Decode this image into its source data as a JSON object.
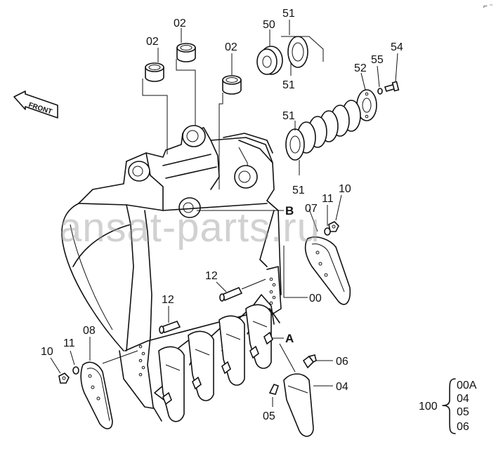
{
  "watermark": "ansat-parts.ru",
  "front_label": "FRONT",
  "labels": {
    "p02a": "02",
    "p02b": "02",
    "p02c": "02",
    "p50": "50",
    "p51a": "51",
    "p51b": "51",
    "p51c": "51",
    "p51d": "51",
    "p52": "52",
    "p55": "55",
    "p54": "54",
    "p11a": "11",
    "p10a": "10",
    "p07": "07",
    "pB": "B",
    "pA": "A",
    "p12a": "12",
    "p12b": "12",
    "p00": "00",
    "p10b": "10",
    "p11b": "11",
    "p08": "08",
    "p06": "06",
    "p04": "04",
    "p05": "05"
  },
  "kit": {
    "number": "100",
    "items": [
      "00A",
      "04",
      "05",
      "06"
    ]
  },
  "corner_mark": "⌐ ⁻"
}
